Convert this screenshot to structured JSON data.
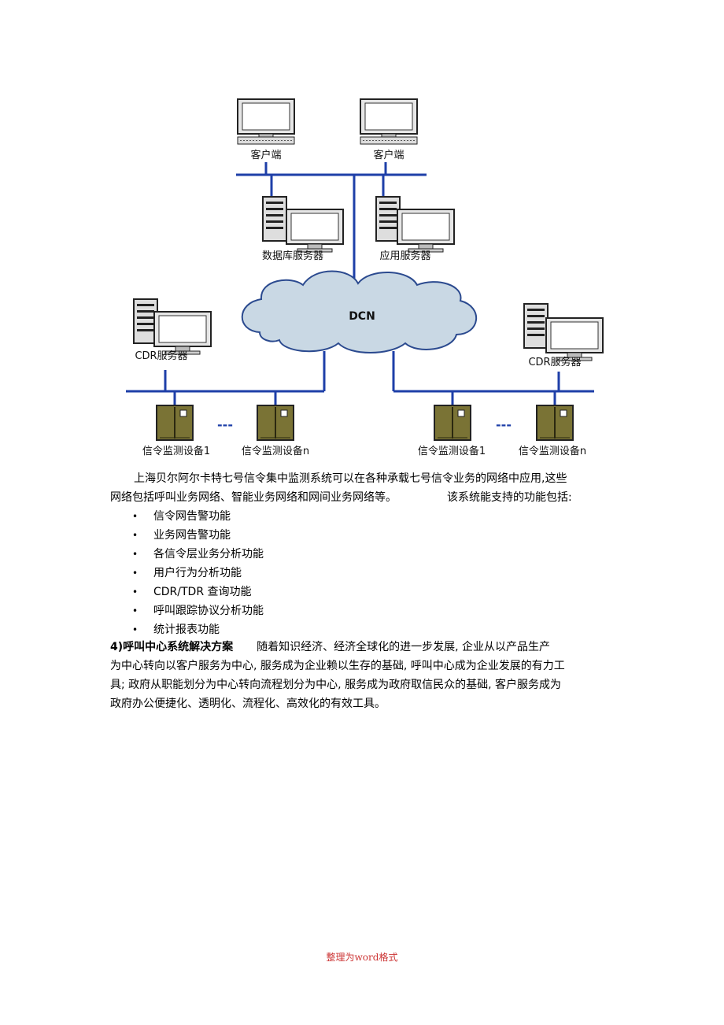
{
  "diagram": {
    "clients": [
      "客户端",
      "客户端"
    ],
    "servers": [
      "数据库服务器",
      "应用服务器"
    ],
    "cloud": "DCN",
    "cdr_servers": [
      "CDR服务器",
      "CDR服务器"
    ],
    "devices": [
      "信令监测设备1",
      "信令监测设备n",
      "信令监测设备1",
      "信令监测设备n"
    ],
    "ellipsis": "---"
  },
  "intro": {
    "line1": "上海贝尔阿尔卡特七号信令集中监测系统可以在各种承载七号信令业务的网络中应用,这些",
    "line2": "网络包括呼叫业务网络、智能业务网络和网间业务网络等。",
    "line2b": "该系统能支持的功能包括:"
  },
  "features": [
    "信令网告警功能",
    "业务网告警功能",
    "各信令层业务分析功能",
    "用户行为分析功能",
    "CDR/TDR 查询功能",
    "呼叫跟踪协议分析功能",
    "统计报表功能"
  ],
  "bullet_char": "•",
  "solution": {
    "heading": "4)呼叫中心系统解决方案",
    "text_1": "随着知识经济、经济全球化的进一步发展, 企业从以产品生产",
    "text_2": "为中心转向以客户服务为中心, 服务成为企业赖以生存的基础, 呼叫中心成为企业发展的有力工",
    "text_3": "具; 政府从职能划分为中心转向流程划分为中心, 服务成为政府取信民众的基础, 客户服务成为",
    "text_4": "政府办公便捷化、透明化、流程化、高效化的有效工具。"
  },
  "footer": "整理为word格式"
}
